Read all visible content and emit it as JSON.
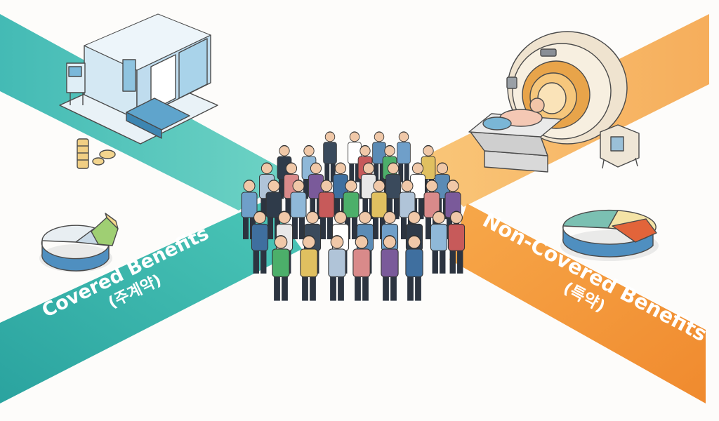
{
  "labels": {
    "covered_main": "Covered Benefits",
    "covered_sub": "(주계약)",
    "noncovered_main": "Non-Covered Benefits",
    "noncovered_sub": "(특약)"
  },
  "colors": {
    "covered_band": "#3fbfb2",
    "covered_band_dark": "#2aa39f",
    "noncovered_band": "#f7a84a",
    "noncovered_band_dark": "#f08a2e",
    "background": "#fdfcfa"
  },
  "icons": {
    "covered_scene": "hospital-room-icon",
    "covered_coins": "coin-stack-icon",
    "covered_pie": "pie-chart-icon",
    "noncovered_scene": "mri-scanner-icon",
    "noncovered_device": "medical-device-icon",
    "noncovered_pie": "pie-chart-icon",
    "center": "crowd-of-people-icon"
  }
}
